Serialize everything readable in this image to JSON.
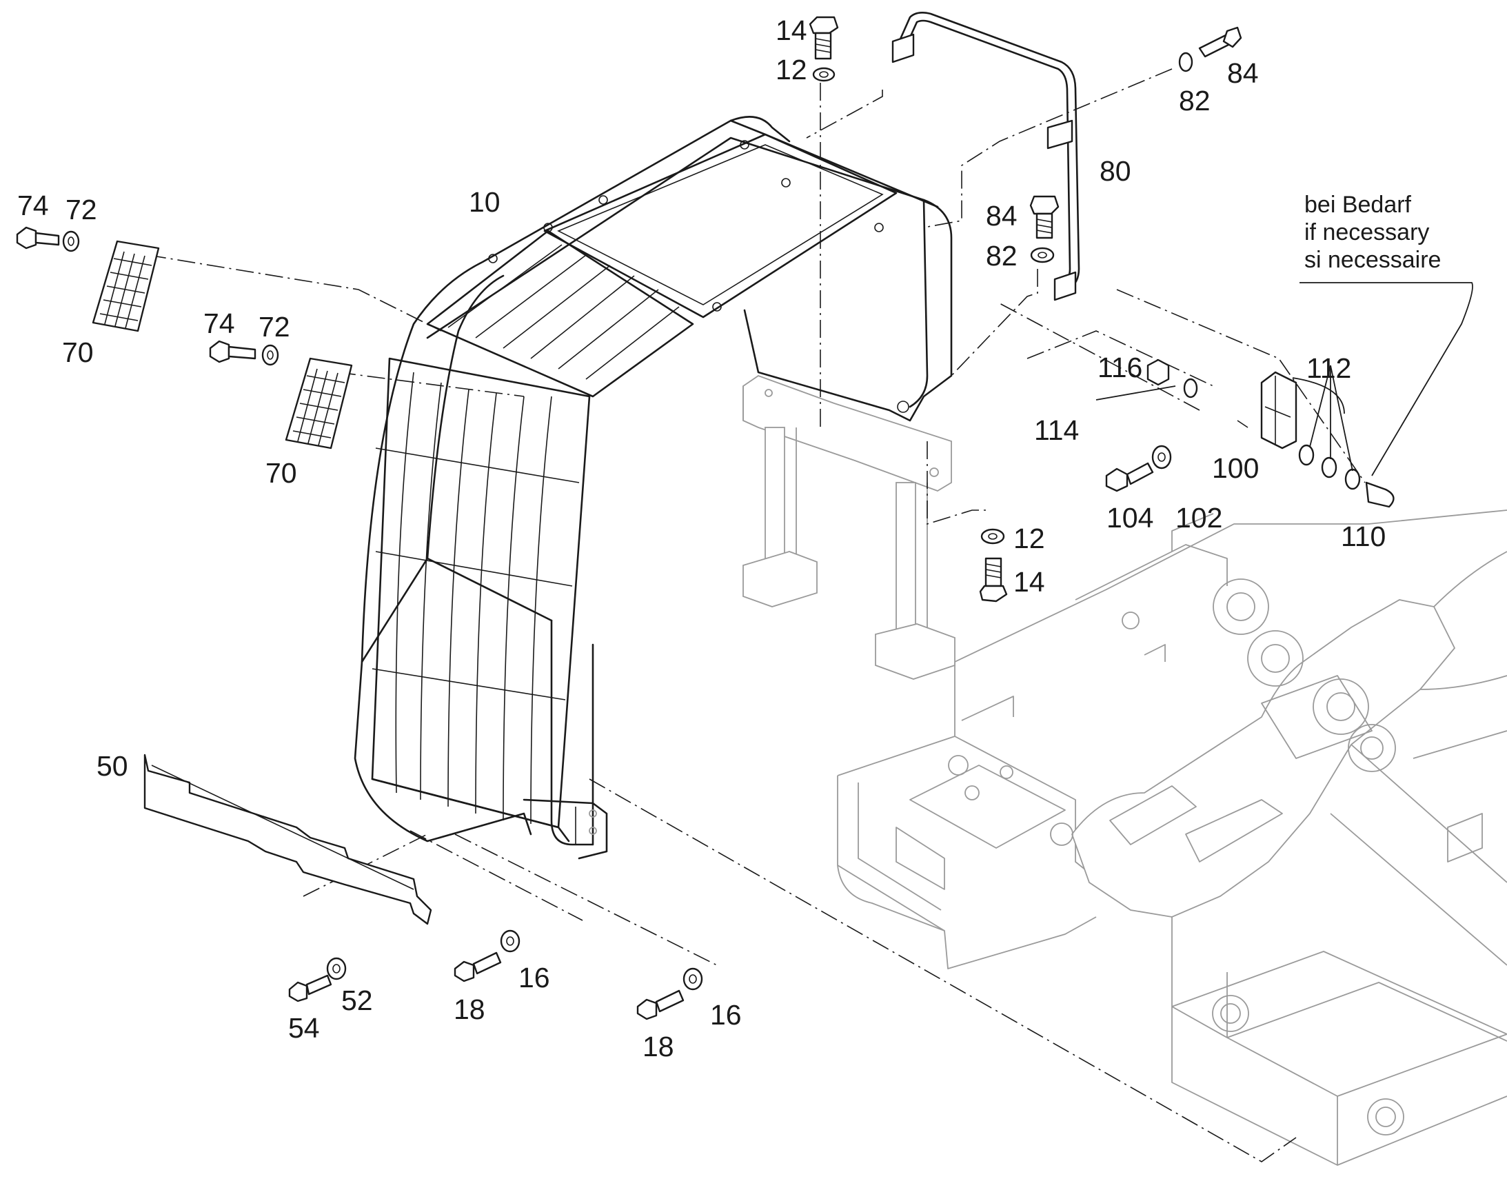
{
  "diagram": {
    "callouts": [
      {
        "id": "c14a",
        "text": "14"
      },
      {
        "id": "c12a",
        "text": "12"
      },
      {
        "id": "c82a",
        "text": "82"
      },
      {
        "id": "c84a",
        "text": "84"
      },
      {
        "id": "c80",
        "text": "80"
      },
      {
        "id": "c10",
        "text": "10"
      },
      {
        "id": "c74a",
        "text": "74"
      },
      {
        "id": "c72a",
        "text": "72"
      },
      {
        "id": "c70a",
        "text": "70"
      },
      {
        "id": "c74b",
        "text": "74"
      },
      {
        "id": "c72b",
        "text": "72"
      },
      {
        "id": "c70b",
        "text": "70"
      },
      {
        "id": "c84b",
        "text": "84"
      },
      {
        "id": "c82b",
        "text": "82"
      },
      {
        "id": "c116",
        "text": "116"
      },
      {
        "id": "c112",
        "text": "112"
      },
      {
        "id": "c114",
        "text": "114"
      },
      {
        "id": "c100",
        "text": "100"
      },
      {
        "id": "c104",
        "text": "104"
      },
      {
        "id": "c102",
        "text": "102"
      },
      {
        "id": "c110",
        "text": "110"
      },
      {
        "id": "c12b",
        "text": "12"
      },
      {
        "id": "c14b",
        "text": "14"
      },
      {
        "id": "c50",
        "text": "50"
      },
      {
        "id": "c54",
        "text": "54"
      },
      {
        "id": "c52",
        "text": "52"
      },
      {
        "id": "c18a",
        "text": "18"
      },
      {
        "id": "c16a",
        "text": "16"
      },
      {
        "id": "c18b",
        "text": "18"
      },
      {
        "id": "c16b",
        "text": "16"
      }
    ],
    "note": {
      "line1": "bei Bedarf",
      "line2": "if necessary",
      "line3": "si necessaire"
    }
  }
}
